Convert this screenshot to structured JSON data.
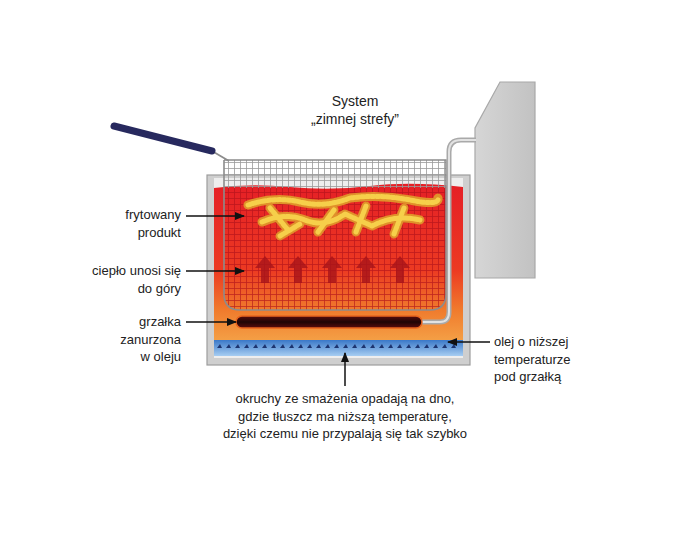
{
  "diagram": {
    "title": "System „zimnej strefy”",
    "labels": [
      "frytowany produkt",
      "ciepło unosi się do góry",
      "grzałka zanurzona w oleju",
      "olej o niższej temperaturze pod grzałką",
      "okruchy ze smażenia opadają na dno, gdzie tłuszcz ma niższą temperaturę, dzięki czemu nie przypalają się tak szybko"
    ]
  }
}
